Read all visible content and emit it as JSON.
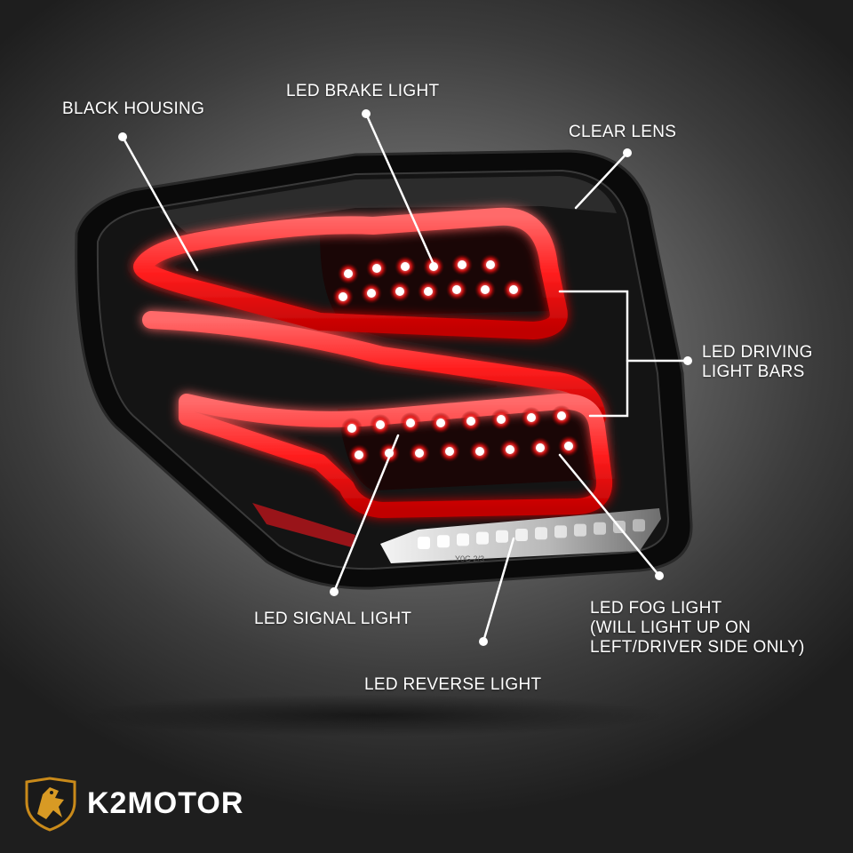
{
  "callouts": {
    "black_housing": "BLACK HOUSING",
    "led_brake_light": "LED BRAKE LIGHT",
    "clear_lens": "CLEAR LENS",
    "led_driving_light_bars": [
      "LED DRIVING",
      "LIGHT BARS"
    ],
    "led_signal_light": "LED SIGNAL LIGHT",
    "led_fog_light": [
      "LED FOG LIGHT",
      "(WILL LIGHT UP ON",
      "LEFT/DRIVER SIDE ONLY)"
    ],
    "led_reverse_light": "LED REVERSE LIGHT"
  },
  "product": {
    "lens_marking": "Y0G 2/3"
  },
  "brand": {
    "name": "K2MOTOR",
    "logo_icon": "griffin-shield-icon"
  },
  "colors": {
    "led_red": "#ff2a2a",
    "housing": "#0b0b0b",
    "callout": "#ffffff",
    "logo_gold": "#c98a1a"
  }
}
